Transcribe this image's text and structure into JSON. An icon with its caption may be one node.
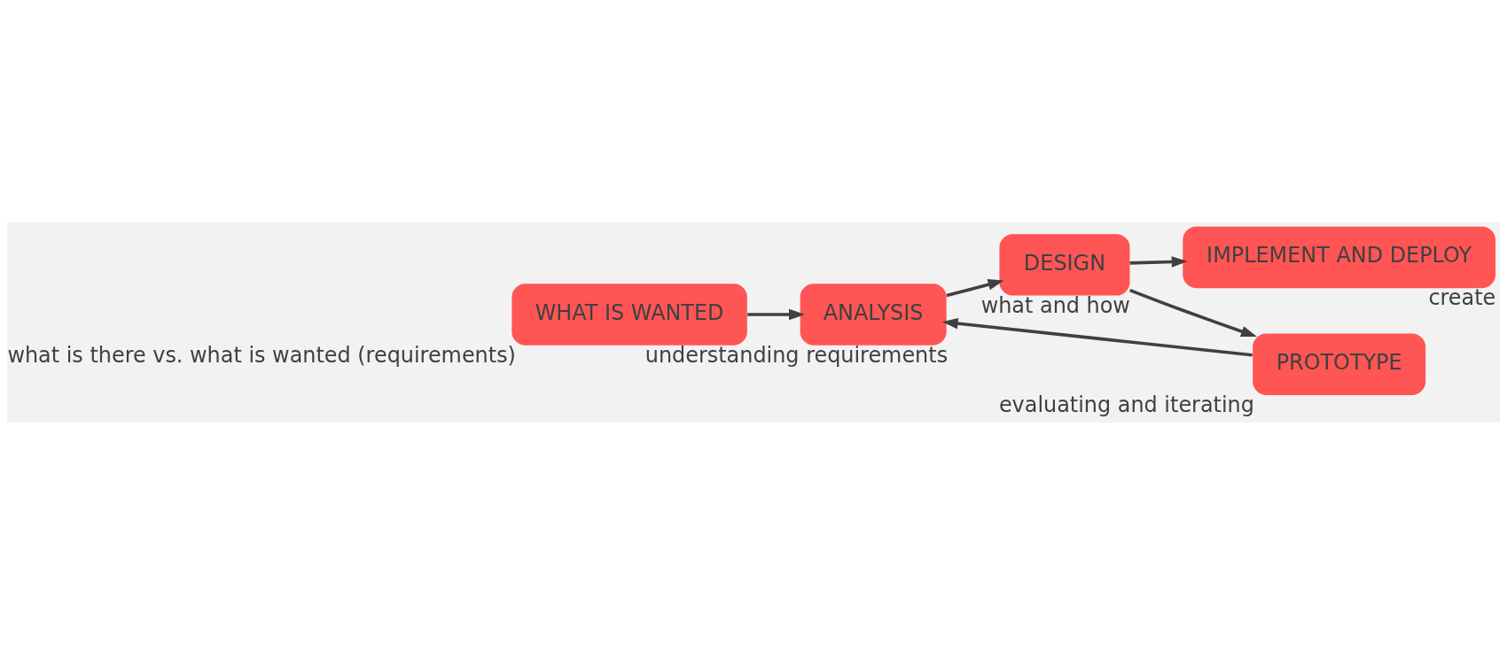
{
  "diagram": {
    "nodes": [
      {
        "text": [
          "WHAT IS WANTED"
        ],
        "beside": [
          "what is there vs. what is wanted (requirements)"
        ]
      },
      {
        "text": [
          "ANALYSIS"
        ],
        "beside": [
          "understanding requirements"
        ]
      },
      {
        "text": [
          "DESIGN"
        ],
        "beside": [
          "what and how"
        ]
      },
      {
        "text": [
          "IMPLEMENT AND DEPLOY"
        ],
        "beside": [
          "create"
        ]
      },
      {
        "text": [
          "PROTOTYPE"
        ],
        "beside": [
          "evaluating and iterating"
        ]
      }
    ],
    "edges": [
      {
        "from": 0,
        "to": 1,
        "arrow": "to"
      },
      {
        "from": 1,
        "to": 2,
        "arrow": "to"
      },
      {
        "from": 2,
        "to": 3,
        "arrow": "to"
      },
      {
        "from": 2,
        "to": 4,
        "arrow": "to"
      },
      {
        "from": 4,
        "to": 1,
        "arrow": "to"
      }
    ]
  }
}
